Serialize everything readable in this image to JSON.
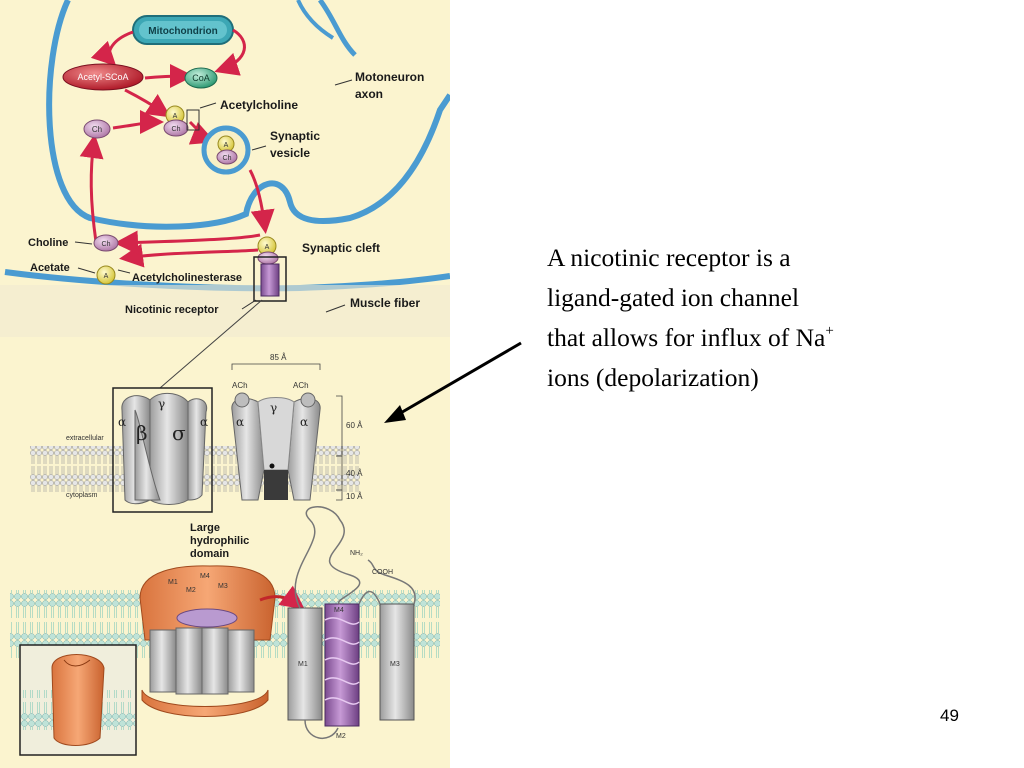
{
  "diagram": {
    "synapse_labels": {
      "mitochondrion": "Mitochondrion",
      "acetyl_scoa": "Acetyl-SCoA",
      "coa": "CoA",
      "acetylcholine": "Acetylcholine",
      "motoneuron_line1": "Motoneuron",
      "motoneuron_line2": "axon",
      "synaptic_vesicle_line1": "Synaptic",
      "synaptic_vesicle_line2": "vesicle",
      "synaptic_cleft": "Synaptic cleft",
      "choline": "Choline",
      "acetate": "Acetate",
      "acetylcholinesterase": "Acetylcholinesterase",
      "nicotinic_receptor": "Nicotinic receptor",
      "muscle_fiber": "Muscle fiber",
      "ch": "Ch",
      "a": "A"
    },
    "receptor_labels": {
      "width": "85 Å",
      "ach_left": "ACh",
      "ach_right": "ACh",
      "alpha": "α",
      "beta": "β",
      "gamma": "γ",
      "delta": "σ",
      "extracellular": "extracellular",
      "cytoplasm": "cytoplasm",
      "dim_60": "60 Å",
      "dim_40": "40 Å",
      "dim_10": "10 Å"
    },
    "topology_labels": {
      "large_line1": "Large",
      "large_line2": "hydrophilic",
      "large_line3": "domain",
      "nh2": "NH₂",
      "cooh": "COOH",
      "m1": "M1",
      "m2": "M2",
      "m3": "M3",
      "m4": "M4"
    }
  },
  "text": {
    "line1": "A nicotinic receptor is a",
    "line2": "ligand-gated ion channel",
    "line3": "that allows for influx of Na",
    "superscript": "+",
    "line4": "ions (depolarization)"
  },
  "page_number": "49"
}
